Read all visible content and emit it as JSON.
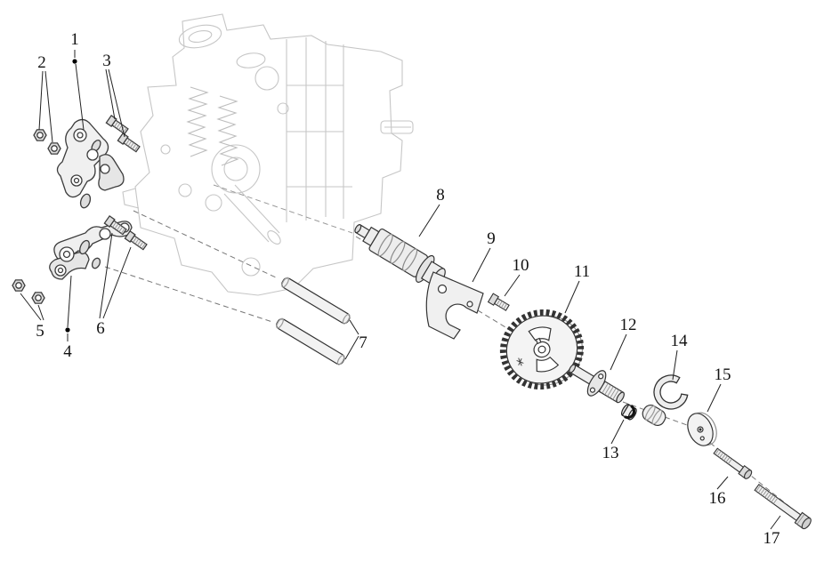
{
  "figure": {
    "type": "exploded-parts-diagram",
    "colors": {
      "background": "#ffffff",
      "ink": "#1a1a1a",
      "faint": "#c6c6c6"
    },
    "callouts": [
      {
        "part": 1,
        "label": "1"
      },
      {
        "part": 2,
        "label": "2"
      },
      {
        "part": 3,
        "label": "3"
      },
      {
        "part": 4,
        "label": "4"
      },
      {
        "part": 5,
        "label": "5"
      },
      {
        "part": 6,
        "label": "6"
      },
      {
        "part": 7,
        "label": "7"
      },
      {
        "part": 8,
        "label": "8"
      },
      {
        "part": 9,
        "label": "9"
      },
      {
        "part": 10,
        "label": "10"
      },
      {
        "part": 11,
        "label": "11"
      },
      {
        "part": 12,
        "label": "12"
      },
      {
        "part": 13,
        "label": "13"
      },
      {
        "part": 14,
        "label": "14"
      },
      {
        "part": 15,
        "label": "15"
      },
      {
        "part": 16,
        "label": "16"
      },
      {
        "part": 17,
        "label": "17"
      }
    ]
  }
}
